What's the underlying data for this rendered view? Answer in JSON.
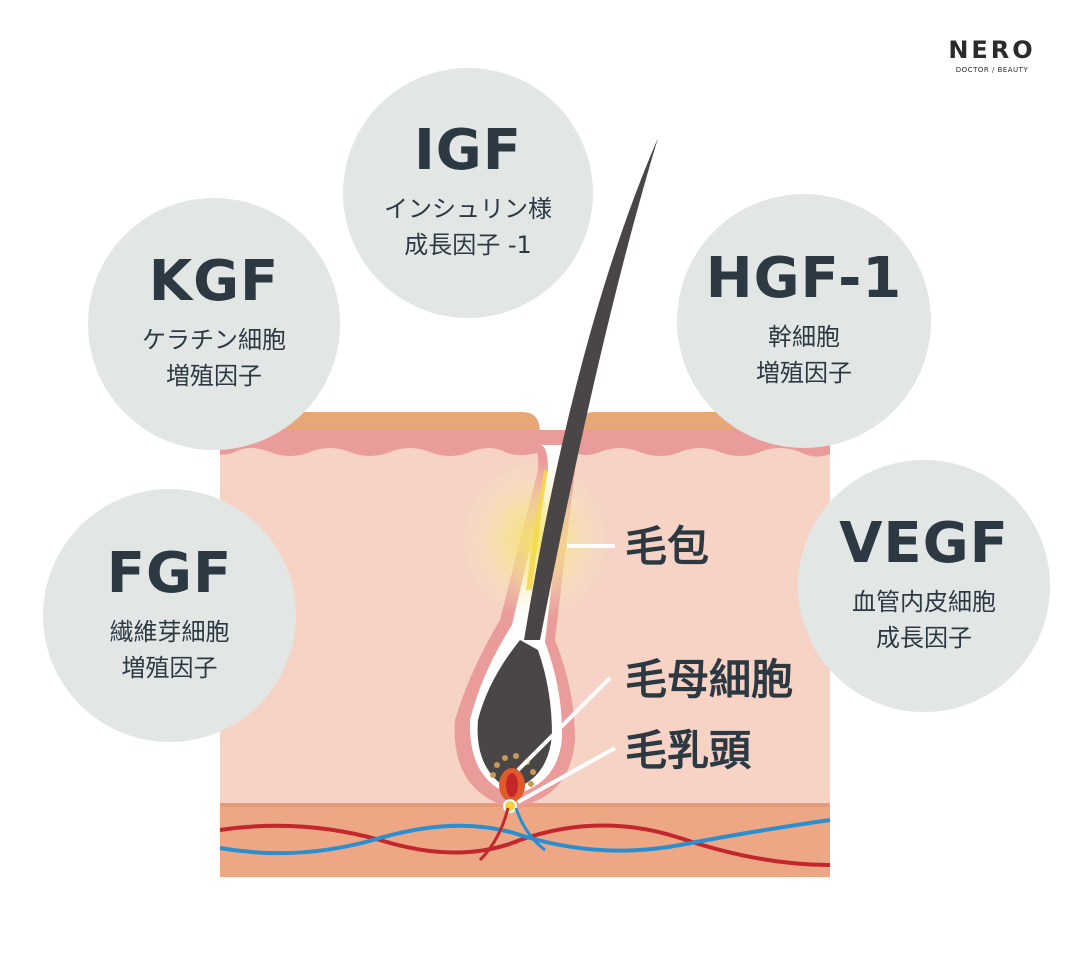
{
  "brand": {
    "name": "NERO",
    "tagline": "DOCTOR / BEAUTY"
  },
  "factors": [
    {
      "abbr": "IGF",
      "desc": "インシュリン様\n成長因子 -1"
    },
    {
      "abbr": "KGF",
      "desc": "ケラチン細胞\n増殖因子"
    },
    {
      "abbr": "HGF-1",
      "desc": "幹細胞\n増殖因子"
    },
    {
      "abbr": "FGF",
      "desc": "繊維芽細胞\n増殖因子"
    },
    {
      "abbr": "VEGF",
      "desc": "血管内皮細胞\n成長因子"
    }
  ],
  "labels": {
    "follicle": "毛包",
    "hair_matrix_cells": "毛母細胞",
    "dermal_papilla": "毛乳頭"
  },
  "colors": {
    "circle_bg": "#e2e6e5",
    "text": "#2c3943",
    "skin_dermis": "#f6d3c4",
    "skin_top": "#e8a87a",
    "skin_pink_band": "#e9a0a0",
    "subcutis": "#eda785",
    "hair": "#4a4546",
    "vein": "#2a8fd0",
    "artery": "#c3272c",
    "glow": "#f3df6a"
  }
}
